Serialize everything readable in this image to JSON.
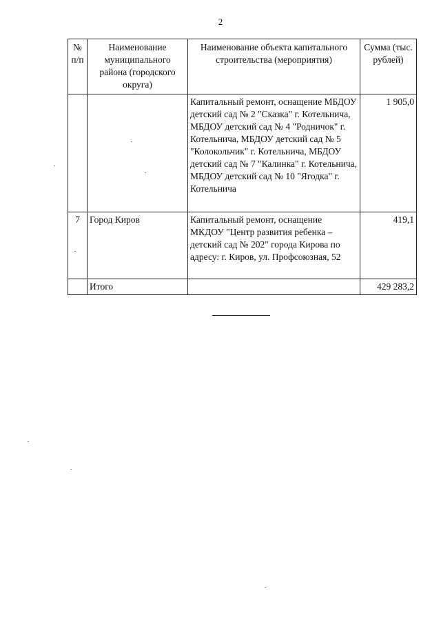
{
  "page_number": "2",
  "table": {
    "headers": {
      "num": "№ п/п",
      "district": "Наименование муниципального района (городского округа)",
      "object": "Наименование объекта капитального строительства (мероприятия)",
      "sum": "Сумма (тыс. рублей)"
    },
    "rows": [
      {
        "num": "",
        "district": "",
        "object": "Капитальный ремонт, оснащение МБДОУ детский сад № 2 \"Сказка\" г. Котельнича, МБДОУ детский сад № 4 \"Родничок\" г. Котельнича, МБДОУ детский сад № 5 \"Колокольчик\" г. Котельнича, МБДОУ детский сад № 7 \"Калинка\" г. Котельнича, МБДОУ детский сад № 10 \"Ягодка\" г. Котельнича",
        "sum": "1 905,0"
      },
      {
        "num": "7",
        "district": "Город Киров",
        "object": "Капитальный ремонт, оснащение МКДОУ \"Центр развития ребенка – детский сад № 202\" города Кирова по адресу: г. Киров, ул. Профсоюзная, 52",
        "sum": "419,1"
      }
    ],
    "total": {
      "label": "Итого",
      "sum": "429 283,2"
    }
  }
}
